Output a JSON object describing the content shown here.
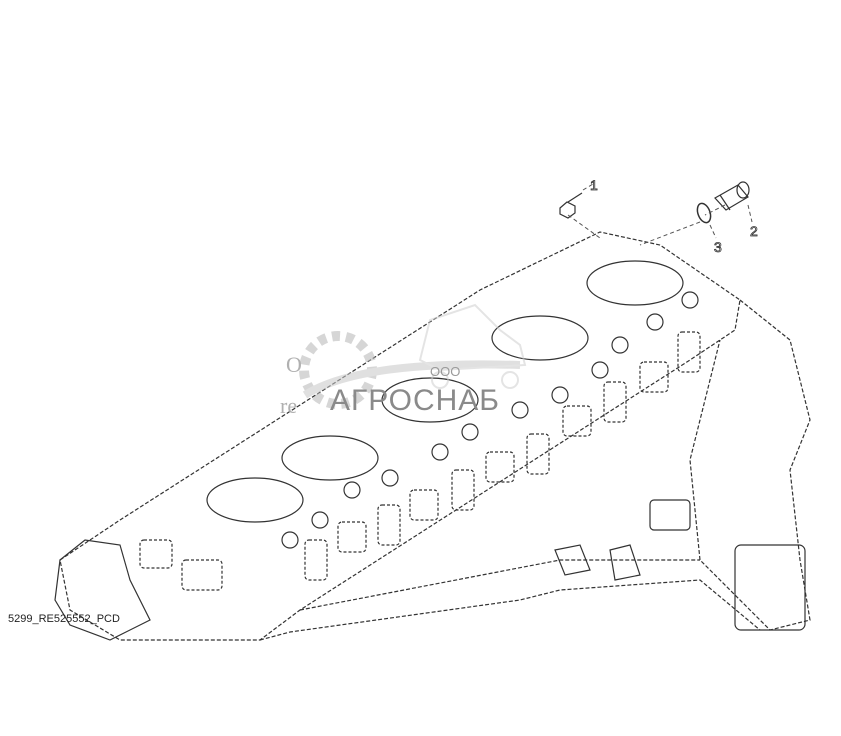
{
  "drawing": {
    "caption": "5299_RE525552_PCD",
    "callouts": [
      {
        "id": "callout-1",
        "label": "1"
      },
      {
        "id": "callout-2",
        "label": "2"
      },
      {
        "id": "callout-3",
        "label": "3"
      }
    ]
  },
  "watermark": {
    "company_prefix": "ООО",
    "company_name": "АГРОСНАБ",
    "fragment_1": "O",
    "fragment_2": "re"
  },
  "colors": {
    "line": "#333333",
    "watermark": "#9a9a9a"
  }
}
